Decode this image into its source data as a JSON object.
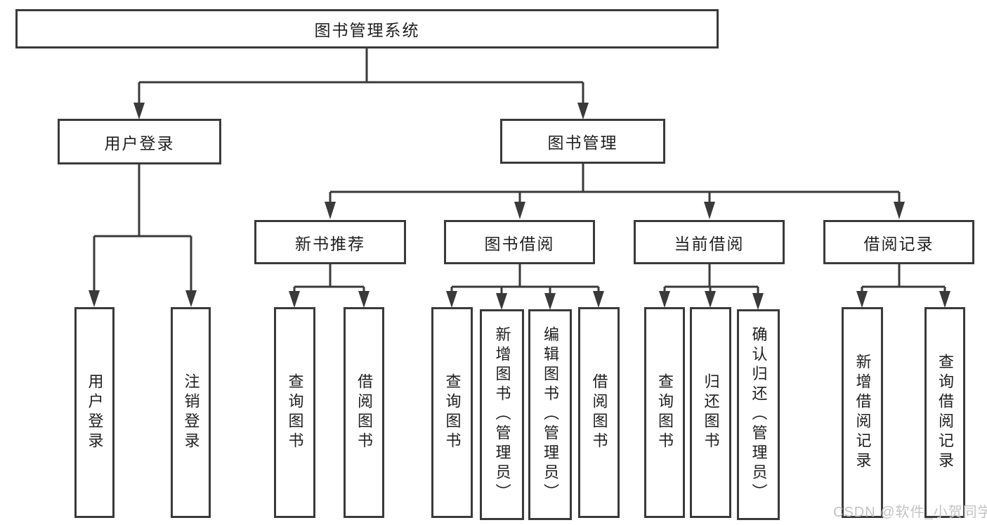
{
  "diagram_type": "hierarchy-tree",
  "colors": {
    "line": "#3a3a3a",
    "box_border": "#3a3a3a",
    "box_fill": "#ffffff",
    "text": "#1f1f1f",
    "watermark": "#c3c3c3",
    "background": "#ffffff"
  },
  "tree": {
    "label": "图书管理系统",
    "children": [
      {
        "label": "用户登录",
        "children": [
          {
            "label": "用户登录"
          },
          {
            "label": "注销登录"
          }
        ]
      },
      {
        "label": "图书管理",
        "children": [
          {
            "label": "新书推荐",
            "children": [
              {
                "label": "查询图书"
              },
              {
                "label": "借阅图书"
              }
            ]
          },
          {
            "label": "图书借阅",
            "children": [
              {
                "label": "查询图书"
              },
              {
                "label": "新增图书（管理员）"
              },
              {
                "label": "编辑图书（管理员）"
              },
              {
                "label": "借阅图书"
              }
            ]
          },
          {
            "label": "当前借阅",
            "children": [
              {
                "label": "查询图书"
              },
              {
                "label": "归还图书"
              },
              {
                "label": "确认归还（管理员）"
              }
            ]
          },
          {
            "label": "借阅记录",
            "children": [
              {
                "label": "新增借阅记录"
              },
              {
                "label": "查询借阅记录"
              }
            ]
          }
        ]
      }
    ]
  },
  "watermark": "CSDN @软件_小贺同学"
}
